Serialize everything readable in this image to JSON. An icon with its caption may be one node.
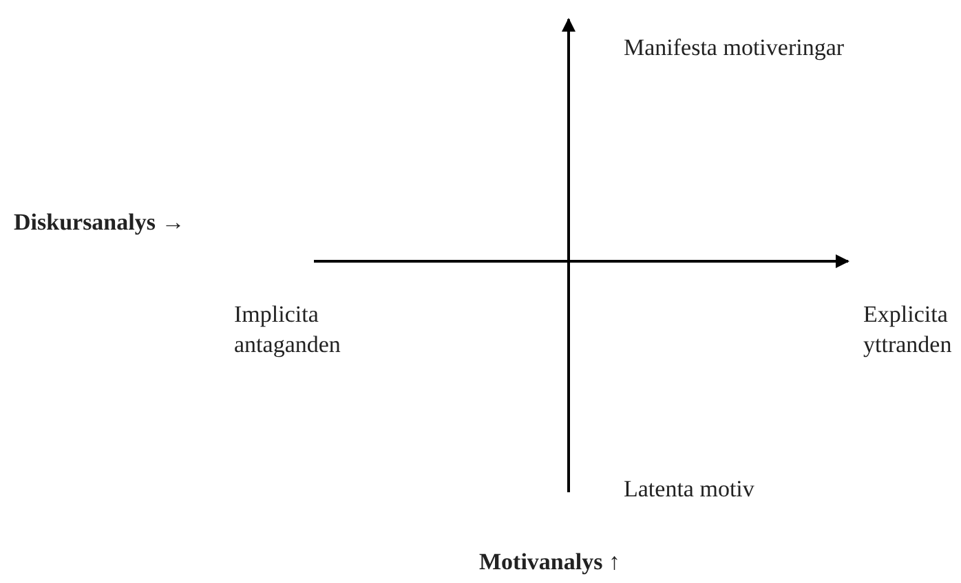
{
  "diagram": {
    "labels": [
      "Manifesta motiveringar",
      "Diskursanalys →",
      "Implicita antaganden",
      "Explicita yttranden",
      "Latenta motiv",
      "Motivanalys ↑"
    ]
  }
}
